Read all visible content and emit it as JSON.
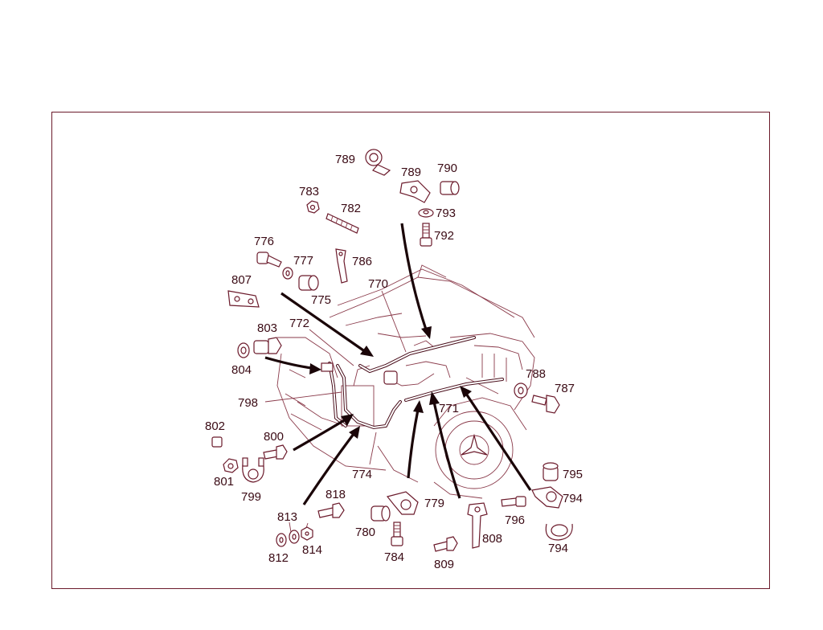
{
  "labels": {
    "p770": "770",
    "p771": "771",
    "p772": "772",
    "p774": "774",
    "p775": "775",
    "p776": "776",
    "p777": "777",
    "p782": "782",
    "p783": "783",
    "p784": "784",
    "p786": "786",
    "p787": "787",
    "p788": "788",
    "p789a": "789",
    "p789b": "789",
    "p790": "790",
    "p792": "792",
    "p793": "793",
    "p794a": "794",
    "p794b": "794",
    "p795": "795",
    "p796": "796",
    "p798": "798",
    "p799": "799",
    "p800": "800",
    "p801": "801",
    "p802": "802",
    "p803": "803",
    "p804": "804",
    "p807": "807",
    "p808": "808",
    "p809": "809",
    "p812": "812",
    "p813": "813",
    "p814": "814",
    "p818": "818",
    "p779": "779",
    "p780": "780"
  },
  "colors": {
    "ink": "#6b1a2b",
    "label": "#3a0a14",
    "arrow": "#1a0508",
    "frame": "#6b1a2b"
  }
}
